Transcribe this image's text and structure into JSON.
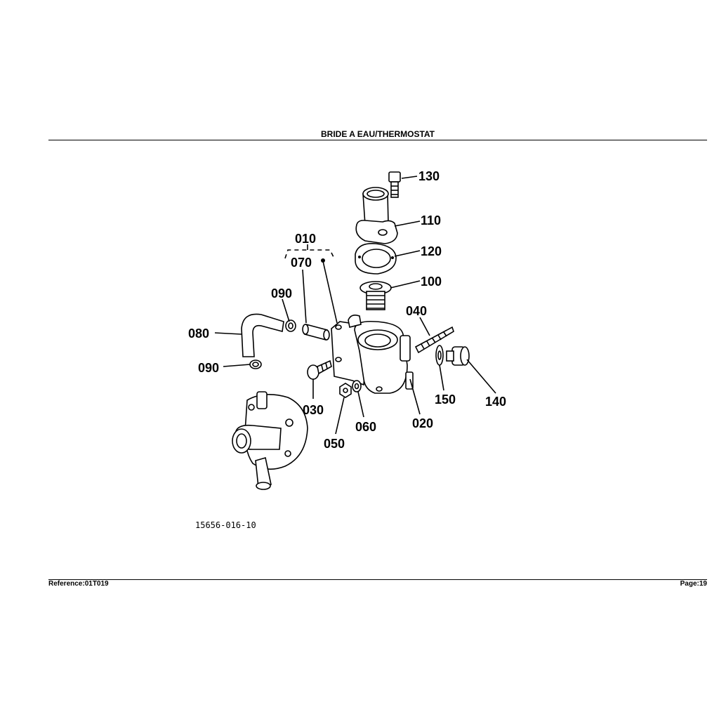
{
  "page": {
    "title": "BRIDE A EAU/THERMOSTAT",
    "reference": "Reference:01T019",
    "page_number": "Page:19"
  },
  "diagram": {
    "drawing_number": "15656-016-10",
    "callouts": {
      "p010": "010",
      "p020": "020",
      "p030": "030",
      "p040": "040",
      "p050": "050",
      "p060": "060",
      "p070": "070",
      "p080": "080",
      "p090a": "090",
      "p090b": "090",
      "p100": "100",
      "p110": "110",
      "p120": "120",
      "p130": "130",
      "p140": "140",
      "p150": "150"
    }
  }
}
